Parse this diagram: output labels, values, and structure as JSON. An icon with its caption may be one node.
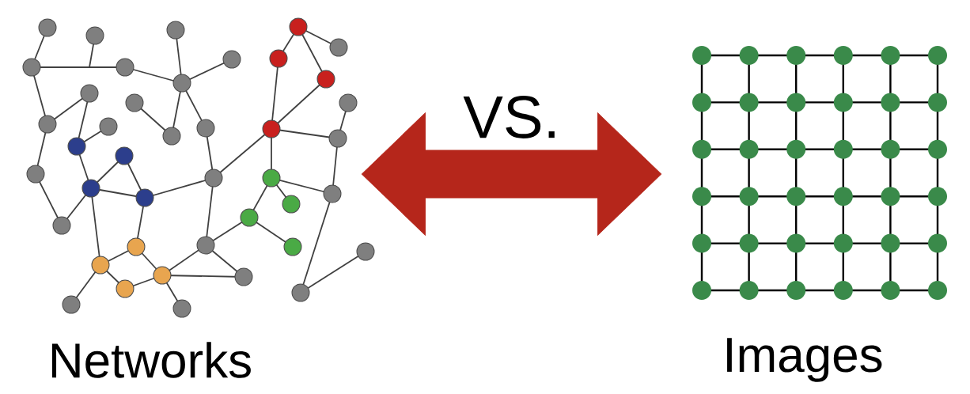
{
  "diagram": {
    "nodes": [
      {
        "text": [],
        "shape": "picture",
        "beside": [
          "Networks"
        ]
      },
      {
        "text": [],
        "shape": "picture",
        "beside": [
          "Images"
        ]
      }
    ],
    "edges": [
      {
        "from": 0,
        "to": 1,
        "arrow": "both",
        "label": "VS.",
        "style": "thick",
        "color": "#b5261b"
      }
    ]
  }
}
